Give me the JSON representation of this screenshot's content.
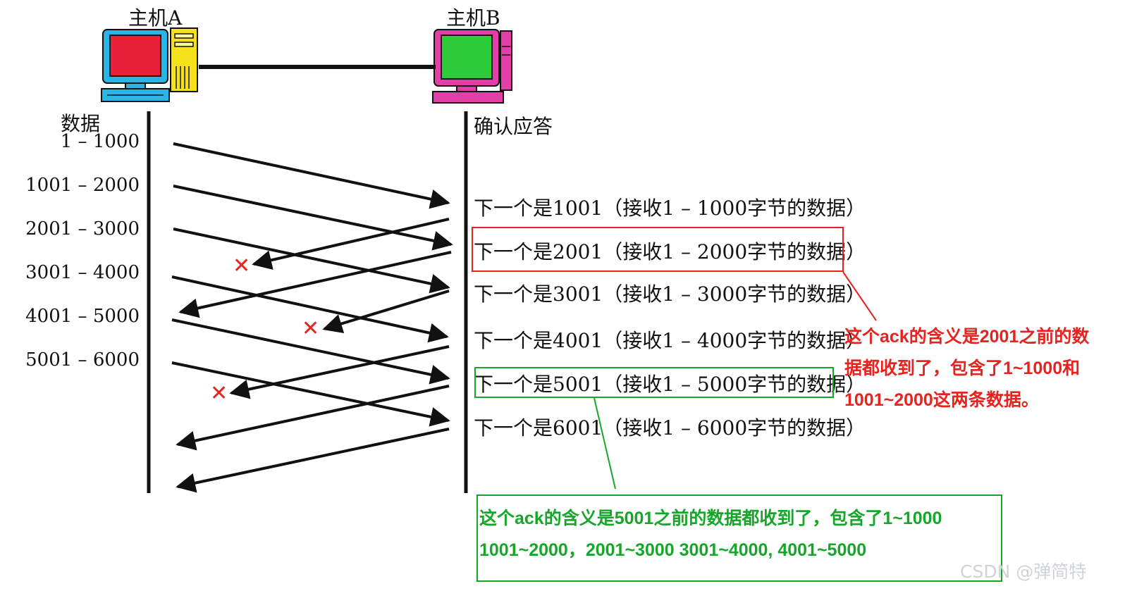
{
  "hosts": {
    "a": "主机A",
    "b": "主机B"
  },
  "columns": {
    "data": "数据",
    "ack": "确认应答"
  },
  "segments": [
    "1 – 1000",
    "1001 – 2000",
    "2001 – 3000",
    "3001 – 4000",
    "4001 – 5000",
    "5001 – 6000"
  ],
  "acks": [
    "下一个是1001（接收1 – 1000字节的数据）",
    "下一个是2001（接收1 – 2000字节的数据）",
    "下一个是3001（接收1 – 3000字节的数据）",
    "下一个是4001（接收1 – 4000字节的数据）",
    "下一个是5001（接收1 – 5000字节的数据）",
    "下一个是6001（接收1 – 6000字节的数据）"
  ],
  "lost_marker": "✕",
  "notes": {
    "red": [
      "这个ack的含义是2001之前的数",
      "据都收到了，包含了1~1000和",
      "1001~2000这两条数据。"
    ],
    "green": [
      "这个ack的含义是5001之前的数据都收到了，包含了1~1000",
      "1001~2000，2001~3000 3001~4000, 4001~5000"
    ]
  },
  "colors": {
    "red": "#e8231f",
    "green": "#16a72a",
    "line": "#111111"
  },
  "watermark": "CSDN @弹简特"
}
